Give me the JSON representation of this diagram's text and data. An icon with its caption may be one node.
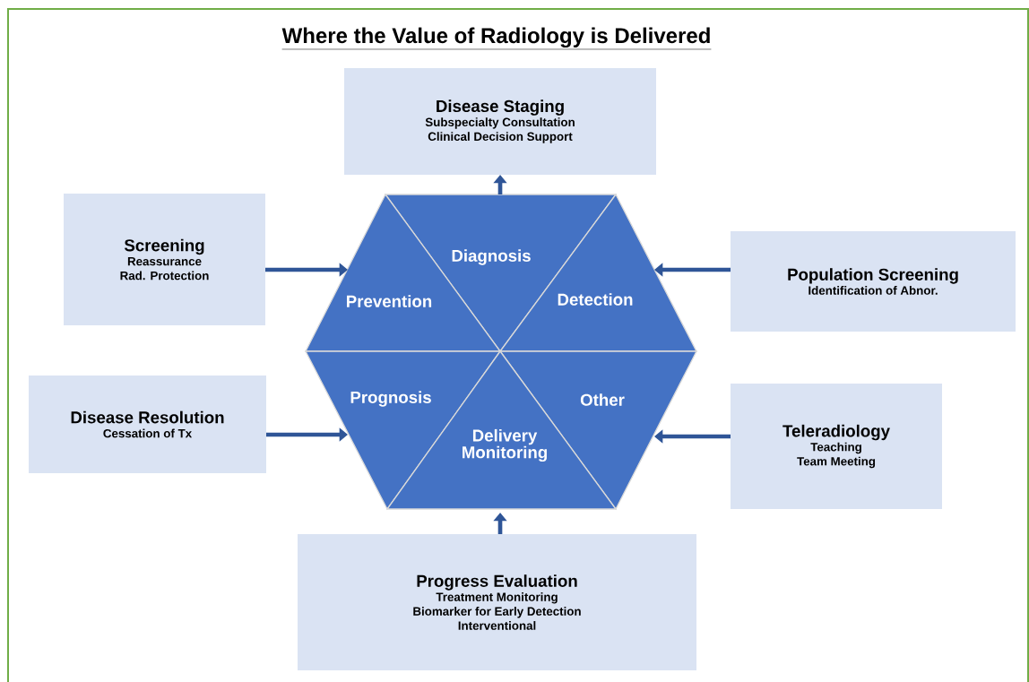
{
  "diagram": {
    "title": "Where the Value of Radiology is Delivered",
    "nodes": [
      {
        "text": [
          "Disease Staging",
          "Subspecialty Consultation",
          "Clinical Decision Support"
        ]
      },
      {
        "text": [
          "Screening",
          "Reassurance",
          "Rad. Protection"
        ]
      },
      {
        "text": [
          "Population Screening",
          "Identification of Abnor."
        ]
      },
      {
        "text": [
          "Diagnosis"
        ]
      },
      {
        "text": [
          "Prevention"
        ]
      },
      {
        "text": [
          "Detection"
        ]
      },
      {
        "text": [
          "Disease Resolution",
          "Cessation of Tx"
        ]
      },
      {
        "text": [
          "Prognosis"
        ]
      },
      {
        "text": [
          "Other"
        ]
      },
      {
        "text": [
          "Delivery Monitoring"
        ]
      },
      {
        "text": [
          "Teleradiology",
          "Teaching",
          "Team Meeting"
        ]
      },
      {
        "text": [
          "Progress Evaluation",
          "Treatment Monitoring",
          "Biomarker for Early Detection",
          "Interventional"
        ]
      }
    ],
    "edges": [
      {
        "from": 3,
        "to": 0,
        "arrow": "to"
      },
      {
        "from": 1,
        "to": 4,
        "arrow": "to"
      },
      {
        "from": 2,
        "to": 5,
        "arrow": "to"
      },
      {
        "from": 6,
        "to": 7,
        "arrow": "to"
      },
      {
        "from": 10,
        "to": 8,
        "arrow": "to"
      },
      {
        "from": 11,
        "to": 9,
        "arrow": "to"
      }
    ]
  }
}
